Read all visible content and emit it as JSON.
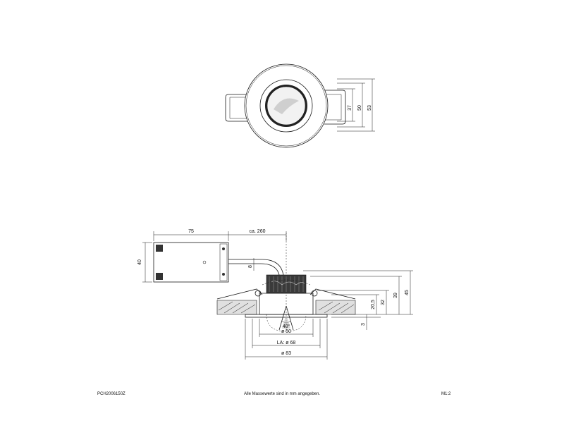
{
  "top_view": {
    "dims": {
      "d37": "37",
      "d50": "50",
      "d53": "53"
    }
  },
  "side_view": {
    "dims": {
      "d75": "75",
      "ca260": "ca. 260",
      "d40": "40",
      "d8": "8",
      "d20_5": "20,5",
      "d32": "32",
      "d39": "39",
      "d45": "45",
      "d3": "3",
      "angle": "40°",
      "d50": "ø 50",
      "la68": "LA: ø 68",
      "d83": "ø 83"
    }
  },
  "footer": {
    "left": "PCH2006150Z",
    "center": "Alle Massewerte sind in mm angegeben.",
    "right": "M1:2"
  }
}
